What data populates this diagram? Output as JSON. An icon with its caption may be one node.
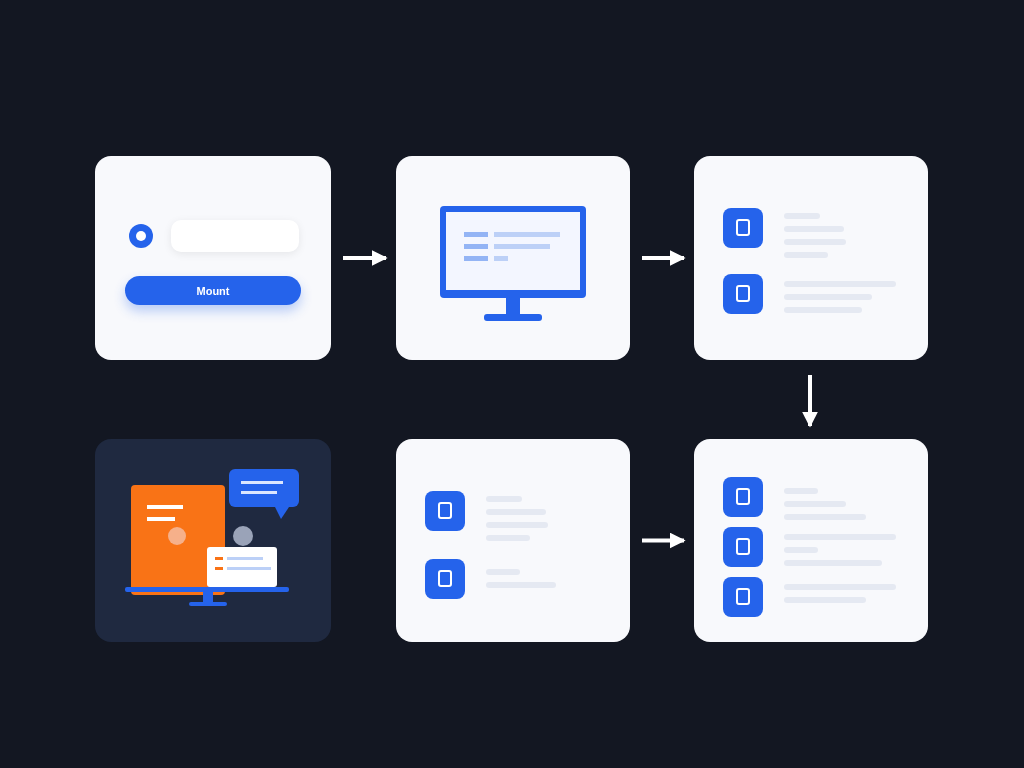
{
  "diagram": {
    "nodes": [
      {
        "text": [
          "Mount"
        ]
      },
      {
        "text": [],
        "shape": "picture"
      },
      {
        "text": [],
        "shape": "picture"
      },
      {
        "text": [],
        "shape": "picture"
      },
      {
        "text": [],
        "shape": "picture"
      },
      {
        "text": [],
        "shape": "picture"
      }
    ],
    "edges": [
      {
        "from": 0,
        "to": 1,
        "arrow": "to"
      },
      {
        "from": 1,
        "to": 2,
        "arrow": "to"
      },
      {
        "from": 2,
        "to": 5,
        "arrow": "to"
      },
      {
        "from": 4,
        "to": 5,
        "arrow": "to"
      }
    ]
  }
}
